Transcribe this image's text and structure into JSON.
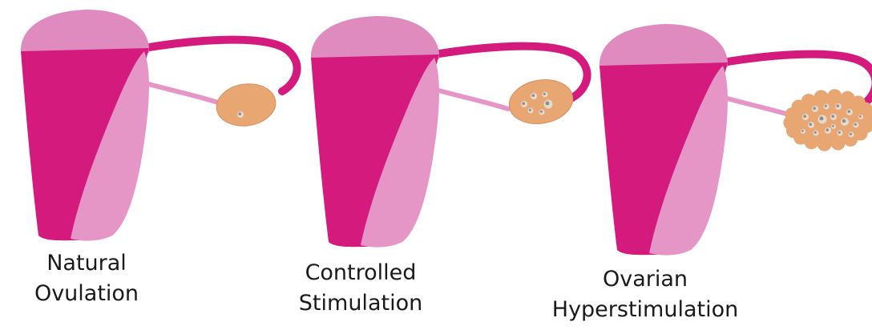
{
  "colors": {
    "fundus": "#e08bc0",
    "body": "#d51a7e",
    "inner": "#e595c6",
    "tube": "#d51a7e",
    "ligament": "#e595c6",
    "ovary": "#e8a673",
    "ovary_edge": "#d98e5c",
    "follicle": "#e6dacd",
    "follicle_core": "#8f8f8f"
  },
  "panels": [
    {
      "stage": "natural",
      "ovary_icon": "ovary-single-follicle-icon",
      "follicle_count": 1,
      "label_lines": [
        "Natural",
        "Ovulation"
      ]
    },
    {
      "stage": "controlled",
      "ovary_icon": "ovary-few-follicles-icon",
      "follicle_count": 6,
      "label_lines": [
        "Controlled",
        "Stimulation"
      ]
    },
    {
      "stage": "hyper",
      "ovary_icon": "ovary-many-follicles-icon",
      "follicle_count": 17,
      "label_lines": [
        "Ovarian",
        "Hyperstimulation"
      ]
    }
  ]
}
